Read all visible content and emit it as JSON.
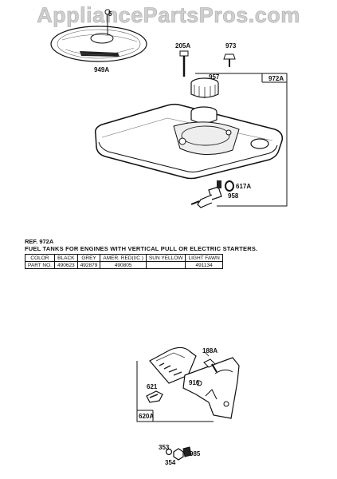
{
  "watermark": "AppliancePartsPros.com",
  "diagram": {
    "parts": {
      "p949A": "949A",
      "p205A": "205A",
      "p973": "973",
      "p957": "957",
      "p972A": "972A",
      "p617A": "617A",
      "p958": "958",
      "p188A": "188A",
      "p916": "916",
      "p621": "621",
      "p620A": "620A",
      "p353": "353",
      "p354": "354",
      "p985": "985"
    }
  },
  "reference": {
    "title": "REF. 972A",
    "subtitle": "FUEL TANKS FOR ENGINES WITH VERTICAL PULL OR ELECTRIC STARTERS.",
    "header_color": "COLOR",
    "header_part": "PART NO.",
    "colors": [
      "BLACK",
      "GREY",
      "AMER. RED(I/C )",
      "SUN YELLOW",
      "LIGHT FAWN"
    ],
    "part_numbers": [
      "490623",
      "492879",
      "490805",
      "",
      "491134"
    ]
  }
}
